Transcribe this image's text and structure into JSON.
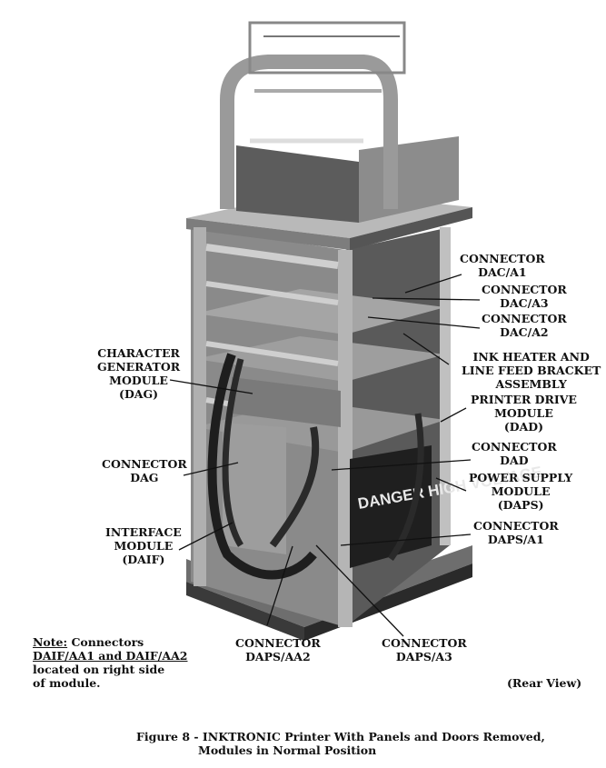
{
  "labels": {
    "connector_dac_a1": [
      "CONNECTOR",
      "DAC/A1"
    ],
    "connector_dac_a3": [
      "CONNECTOR",
      "DAC/A3"
    ],
    "connector_dac_a2": [
      "CONNECTOR",
      "DAC/A2"
    ],
    "character_generator": [
      "CHARACTER",
      "GENERATOR",
      "MODULE",
      "(DAG)"
    ],
    "ink_heater": [
      "INK HEATER AND",
      "LINE FEED BRACKET",
      "ASSEMBLY"
    ],
    "printer_drive": [
      "PRINTER DRIVE",
      "MODULE",
      "(DAD)"
    ],
    "connector_dad": [
      "CONNECTOR",
      "DAD"
    ],
    "connector_dag": [
      "CONNECTOR",
      "DAG"
    ],
    "power_supply": [
      "POWER SUPPLY",
      "MODULE",
      "(DAPS)"
    ],
    "interface_module": [
      "INTERFACE",
      "MODULE",
      "(DAIF)"
    ],
    "connector_daps_a1": [
      "CONNECTOR",
      "DAPS/A1"
    ],
    "connector_daps_aa2": [
      "CONNECTOR",
      "DAPS/AA2"
    ],
    "connector_daps_a3": [
      "CONNECTOR",
      "DAPS/A3"
    ]
  },
  "note": {
    "heading": "Note:",
    "line1_rest": " Connectors",
    "line2": "DAIF/AA1 and DAIF/AA2",
    "line3": "located on right side",
    "line4": "of module."
  },
  "view_label": "(Rear View)",
  "caption": {
    "line1": "Figure 8 - INKTRONIC Printer With Panels and Doors Removed,",
    "line2": "Modules in Normal Position"
  },
  "panel_text": "DANGER HIGH VOLTAGE"
}
